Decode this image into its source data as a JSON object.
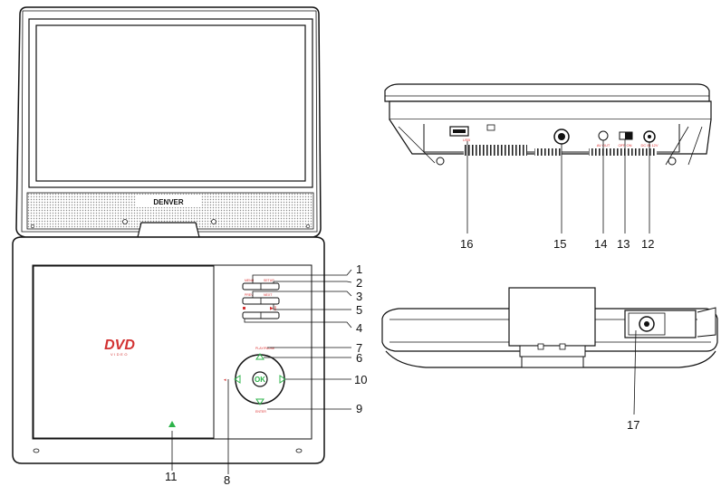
{
  "brand_label": "DENVER",
  "logo_text": "DVD",
  "logo_subtext": "VIDEO",
  "callouts": [
    "1",
    "2",
    "3",
    "4",
    "5",
    "6",
    "7",
    "8",
    "9",
    "10",
    "11",
    "12",
    "13",
    "14",
    "15",
    "16",
    "17"
  ],
  "side_labels": {
    "usb": "USB",
    "av_out": "AV OUT",
    "power": "OFF ON",
    "dc_in": "DC IN 12V"
  },
  "button_labels": {
    "menu": "MENU",
    "setup": "SETUP",
    "prev": "PREV",
    "next": "NEXT",
    "play_pause": "PLAY/PAUSE",
    "enter": "ENTER"
  },
  "colors": {
    "line": "#111111",
    "accent_green": "#2db34a",
    "accent_red": "#d33333",
    "speaker_grille": "#cccccc"
  }
}
